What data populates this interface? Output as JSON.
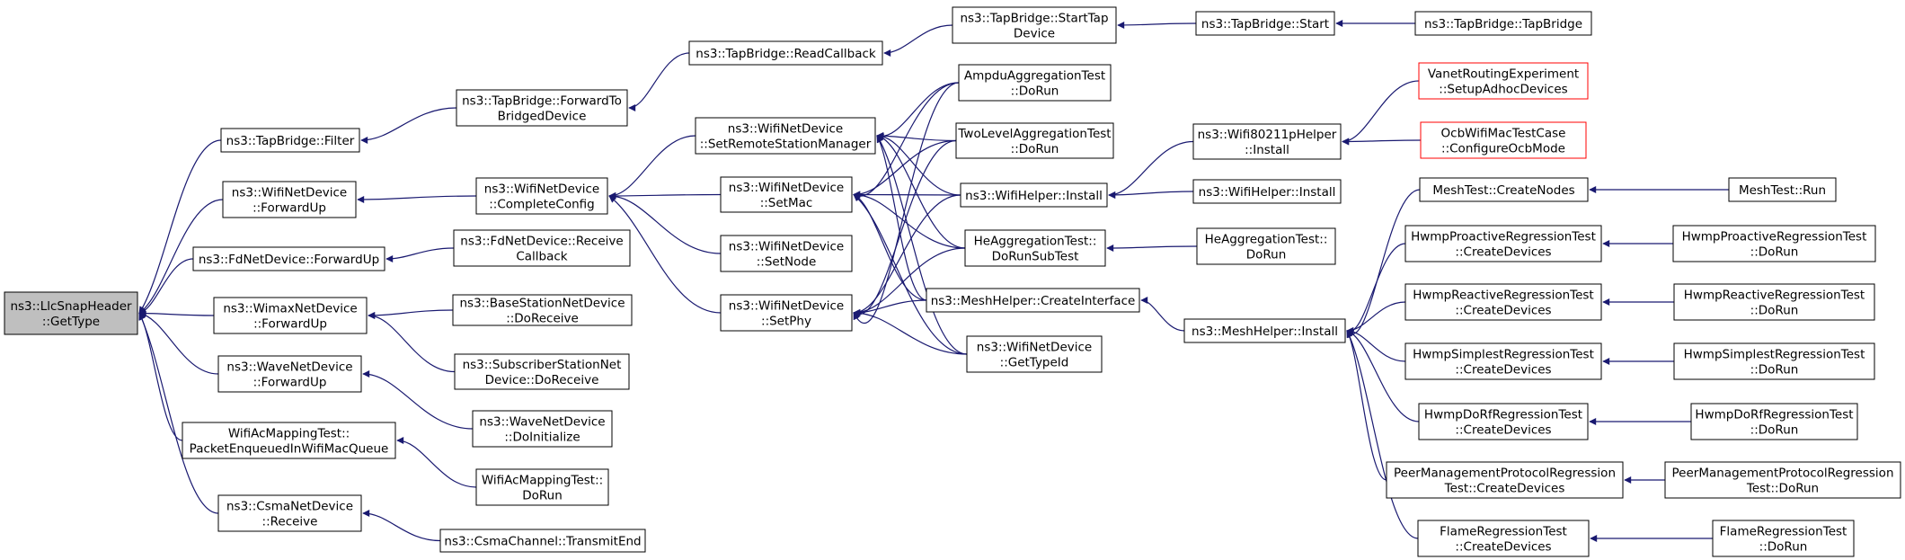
{
  "graph": {
    "nodes": [
      {
        "id": "n0",
        "lines": [
          "ns3::LlcSnapHeader",
          "::GetType"
        ]
      },
      {
        "id": "n1",
        "lines": [
          "ns3::TapBridge::Filter"
        ]
      },
      {
        "id": "n2",
        "lines": [
          "ns3::WifiNetDevice",
          "::ForwardUp"
        ]
      },
      {
        "id": "n3",
        "lines": [
          "ns3::FdNetDevice::ForwardUp"
        ]
      },
      {
        "id": "n4",
        "lines": [
          "ns3::WimaxNetDevice",
          "::ForwardUp"
        ]
      },
      {
        "id": "n5",
        "lines": [
          "ns3::WaveNetDevice",
          "::ForwardUp"
        ]
      },
      {
        "id": "n6",
        "lines": [
          "WifiAcMappingTest::",
          "PacketEnqueuedInWifiMacQueue"
        ]
      },
      {
        "id": "n7",
        "lines": [
          "ns3::CsmaNetDevice",
          "::Receive"
        ]
      },
      {
        "id": "n8",
        "lines": [
          "ns3::TapBridge::ForwardTo",
          "BridgedDevice"
        ]
      },
      {
        "id": "n9",
        "lines": [
          "ns3::WifiNetDevice",
          "::CompleteConfig"
        ]
      },
      {
        "id": "n10",
        "lines": [
          "ns3::FdNetDevice::Receive",
          "Callback"
        ]
      },
      {
        "id": "n11",
        "lines": [
          "ns3::BaseStationNetDevice",
          "::DoReceive"
        ]
      },
      {
        "id": "n12",
        "lines": [
          "ns3::SubscriberStationNet",
          "Device::DoReceive"
        ]
      },
      {
        "id": "n13",
        "lines": [
          "ns3::WaveNetDevice",
          "::DoInitialize"
        ]
      },
      {
        "id": "n14",
        "lines": [
          "WifiAcMappingTest::",
          "DoRun"
        ]
      },
      {
        "id": "n15",
        "lines": [
          "ns3::CsmaChannel::TransmitEnd"
        ]
      },
      {
        "id": "n16",
        "lines": [
          "ns3::TapBridge::ReadCallback"
        ]
      },
      {
        "id": "n17",
        "lines": [
          "ns3::WifiNetDevice",
          "::SetRemoteStationManager"
        ]
      },
      {
        "id": "n18",
        "lines": [
          "ns3::WifiNetDevice",
          "::SetMac"
        ]
      },
      {
        "id": "n19",
        "lines": [
          "ns3::WifiNetDevice",
          "::SetNode"
        ]
      },
      {
        "id": "n20",
        "lines": [
          "ns3::WifiNetDevice",
          "::SetPhy"
        ]
      },
      {
        "id": "n21",
        "lines": [
          "ns3::TapBridge::StartTap",
          "Device"
        ]
      },
      {
        "id": "n22",
        "lines": [
          "AmpduAggregationTest",
          "::DoRun"
        ]
      },
      {
        "id": "n23",
        "lines": [
          "TwoLevelAggregationTest",
          "::DoRun"
        ]
      },
      {
        "id": "n24",
        "lines": [
          "ns3::WifiHelper::Install"
        ]
      },
      {
        "id": "n25",
        "lines": [
          "HeAggregationTest::",
          "DoRunSubTest"
        ]
      },
      {
        "id": "n26",
        "lines": [
          "ns3::MeshHelper::CreateInterface"
        ]
      },
      {
        "id": "n27",
        "lines": [
          "ns3::WifiNetDevice",
          "::GetTypeId"
        ]
      },
      {
        "id": "n28",
        "lines": [
          "ns3::TapBridge::Start"
        ]
      },
      {
        "id": "n29",
        "lines": [
          "ns3::Wifi80211pHelper",
          "::Install"
        ]
      },
      {
        "id": "n30",
        "lines": [
          "ns3::WifiHelper::Install"
        ]
      },
      {
        "id": "n31",
        "lines": [
          "HeAggregationTest::",
          "DoRun"
        ]
      },
      {
        "id": "n32",
        "lines": [
          "ns3::MeshHelper::Install"
        ]
      },
      {
        "id": "n33",
        "lines": [
          "ns3::TapBridge::TapBridge"
        ]
      },
      {
        "id": "n34",
        "lines": [
          "VanetRoutingExperiment",
          "::SetupAdhocDevices"
        ]
      },
      {
        "id": "n35",
        "lines": [
          "OcbWifiMacTestCase",
          "::ConfigureOcbMode"
        ]
      },
      {
        "id": "n36",
        "lines": [
          "MeshTest::CreateNodes"
        ]
      },
      {
        "id": "n37",
        "lines": [
          "HwmpProactiveRegressionTest",
          "::CreateDevices"
        ]
      },
      {
        "id": "n38",
        "lines": [
          "HwmpReactiveRegressionTest",
          "::CreateDevices"
        ]
      },
      {
        "id": "n39",
        "lines": [
          "HwmpSimplestRegressionTest",
          "::CreateDevices"
        ]
      },
      {
        "id": "n40",
        "lines": [
          "HwmpDoRfRegressionTest",
          "::CreateDevices"
        ]
      },
      {
        "id": "n41",
        "lines": [
          "PeerManagementProtocolRegression",
          "Test::CreateDevices"
        ]
      },
      {
        "id": "n42",
        "lines": [
          "FlameRegressionTest",
          "::CreateDevices"
        ]
      },
      {
        "id": "n43",
        "lines": [
          "MeshTest::Run"
        ]
      },
      {
        "id": "n44",
        "lines": [
          "HwmpProactiveRegressionTest",
          "::DoRun"
        ]
      },
      {
        "id": "n45",
        "lines": [
          "HwmpReactiveRegressionTest",
          "::DoRun"
        ]
      },
      {
        "id": "n46",
        "lines": [
          "HwmpSimplestRegressionTest",
          "::DoRun"
        ]
      },
      {
        "id": "n47",
        "lines": [
          "HwmpDoRfRegressionTest",
          "::DoRun"
        ]
      },
      {
        "id": "n48",
        "lines": [
          "PeerManagementProtocolRegression",
          "Test::DoRun"
        ]
      },
      {
        "id": "n49",
        "lines": [
          "FlameRegressionTest",
          "::DoRun"
        ]
      }
    ]
  }
}
